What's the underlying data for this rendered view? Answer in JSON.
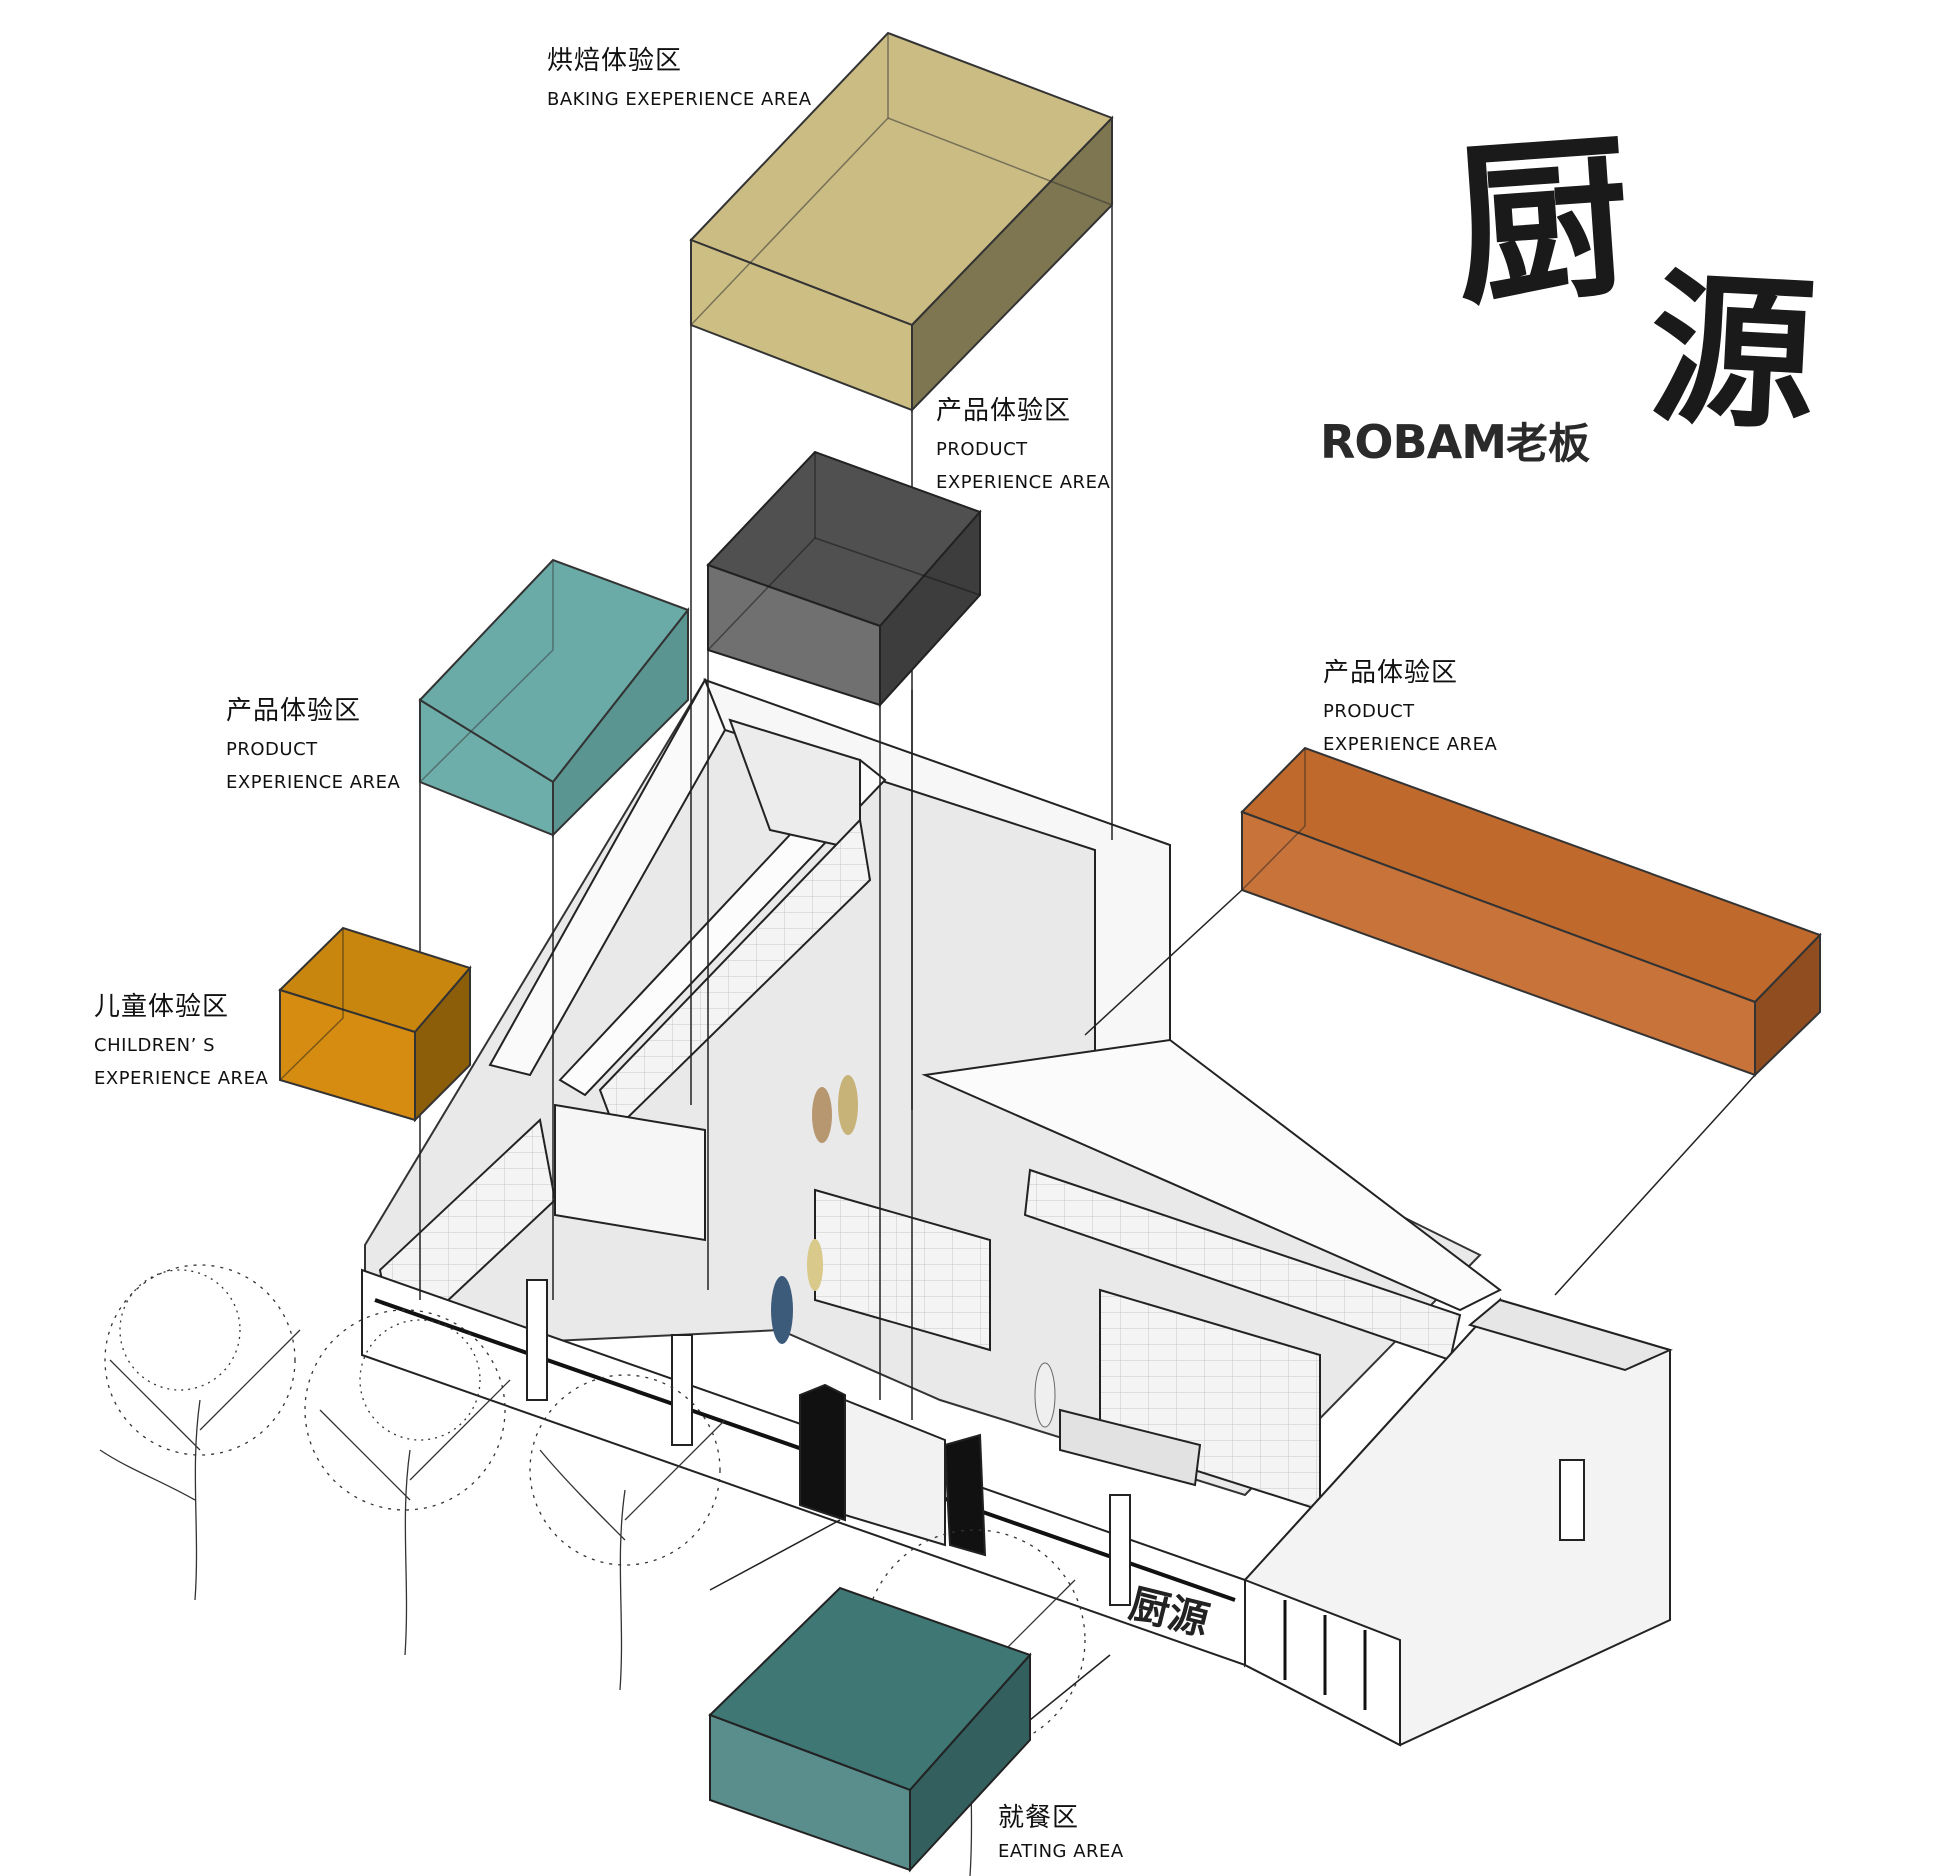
{
  "brand": {
    "logo_text": "ROBAM",
    "logo_cn": "老板",
    "calligraphy_1": "厨",
    "calligraphy_2": "源",
    "signage": "厨源"
  },
  "zones": [
    {
      "id": "baking",
      "cn": "烘焙体验区",
      "en1": "BAKING EXEPERIENCE AREA",
      "en2": "",
      "color": "#c2b06e"
    },
    {
      "id": "product_center",
      "cn": "产品体验区",
      "en1": "PRODUCT",
      "en2": "EXPERIENCE AREA",
      "color": "#505050"
    },
    {
      "id": "product_left",
      "cn": "产品体验区",
      "en1": "PRODUCT",
      "en2": "EXPERIENCE AREA",
      "color": "#6aaba8"
    },
    {
      "id": "children",
      "cn": "儿童体验区",
      "en1": "CHILDREN’ S",
      "en2": "EXPERIENCE AREA",
      "color": "#c9860e"
    },
    {
      "id": "product_right",
      "cn": "产品体验区",
      "en1": "PRODUCT",
      "en2": "EXPERIENCE AREA",
      "color": "#c0692c"
    },
    {
      "id": "eating",
      "cn": "就餐区",
      "en1": "EATING AREA",
      "en2": "",
      "color": "#3f7775"
    }
  ]
}
